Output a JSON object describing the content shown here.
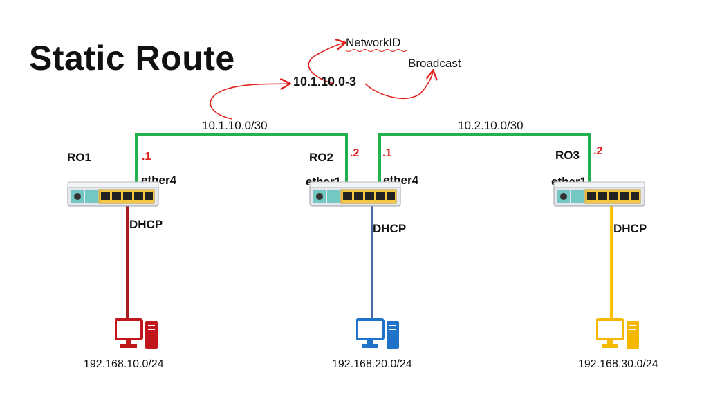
{
  "title": "Static Route",
  "annotation": {
    "subnet": "10.1.10.0-3",
    "network_id": "NetworkID",
    "broadcast": "Broadcast"
  },
  "links": [
    {
      "label": "10.1.10.0/30"
    },
    {
      "label": "10.2.10.0/30"
    }
  ],
  "routers": [
    {
      "name": "RO1",
      "ports": [
        {
          "iface": "ether4",
          "host": ".1"
        }
      ],
      "lan": "DHCP"
    },
    {
      "name": "RO2",
      "ports": [
        {
          "iface": "ether1",
          "host": ".2"
        },
        {
          "iface": "ether4",
          "host": ".1"
        }
      ],
      "lan": "DHCP"
    },
    {
      "name": "RO3",
      "ports": [
        {
          "iface": "ether1",
          "host": ".2"
        }
      ],
      "lan": "DHCP"
    }
  ],
  "lans": [
    {
      "subnet": "192.168.10.0/24",
      "color": "#c0161c"
    },
    {
      "subnet": "192.168.20.0/24",
      "color": "#1f73c8"
    },
    {
      "subnet": "192.168.30.0/24",
      "color": "#f5b800"
    }
  ],
  "colors": {
    "wan_link": "#22b14c",
    "lan1_cable": "#a71d1d",
    "lan2_cable": "#4a6aa5",
    "lan3_cable": "#ffc000",
    "annotation_arrow": "#e0201b",
    "host_label": "#e21b1b"
  }
}
